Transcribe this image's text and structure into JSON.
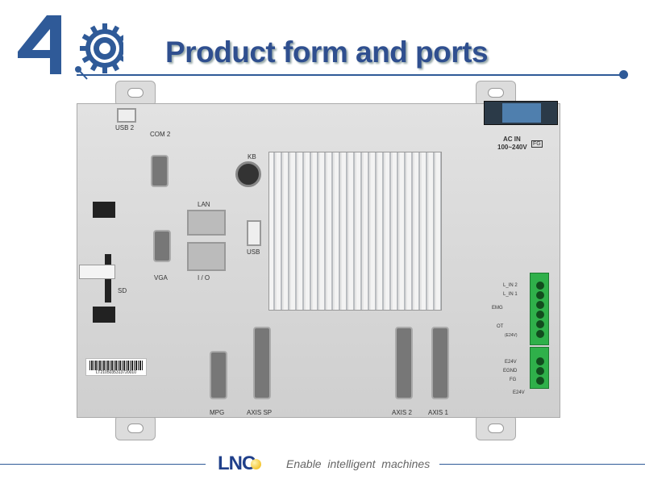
{
  "header": {
    "title": "Product form and ports",
    "logo_number": "4"
  },
  "ports": {
    "usb2": "USB 2",
    "com2": "COM 2",
    "kb": "KB",
    "lan": "LAN",
    "vga": "VGA",
    "io": "I / O",
    "usb": "USB",
    "sd": "SD",
    "mpg": "MPG",
    "axis_sp": "AXIS SP",
    "axis2": "AXIS 2",
    "axis1": "AXIS 1",
    "ac_in": "AC IN",
    "voltage": "100~240V",
    "fg": "FG"
  },
  "io_labels": {
    "l_in2": "L_IN 2",
    "l_in1": "L_IN 1",
    "emg": "EMG",
    "ot": "OT",
    "e24v_paren": "(E24V)",
    "e24v": "E24V",
    "egnd": "EGND",
    "fg": "FG",
    "e24v_led": "E24V"
  },
  "barcode": "LT2105035313720010",
  "footer": {
    "brand": "LNC",
    "tagline": "Enable  intelligent  machines"
  },
  "colors": {
    "brand_blue": "#2f5a98",
    "connector_green": "#2fb04a"
  }
}
